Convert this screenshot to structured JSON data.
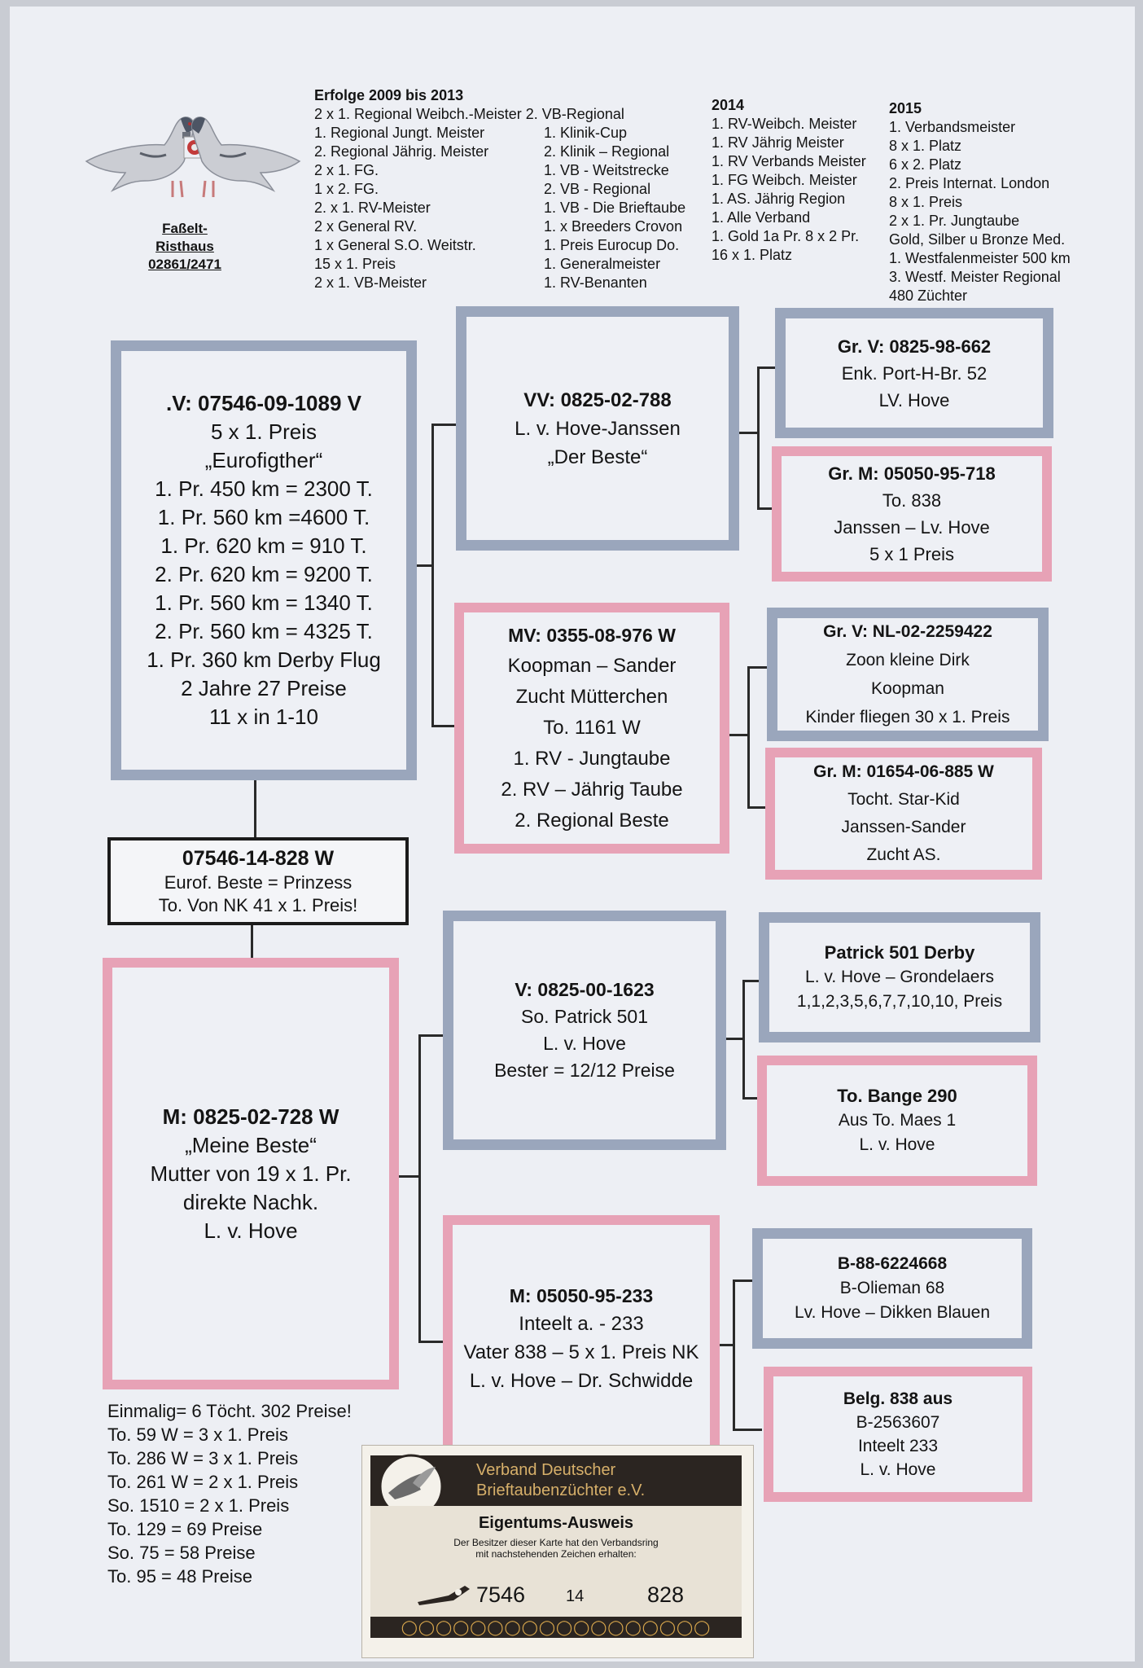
{
  "owner": {
    "name_line1": "Faßelt-",
    "name_line2": "Risthaus",
    "phone": "02861/2471"
  },
  "successes": {
    "col1_title": "Erfolge 2009 bis 2013",
    "col1": [
      "2 x 1. Regional Weibch.-Meister 2. VB-Regional",
      "1. Regional Jungt. Meister",
      "2. Regional Jährig. Meister",
      "2 x 1. FG.",
      "1 x 2. FG.",
      "2. x 1. RV-Meister",
      "2 x General RV.",
      "1 x General S.O. Weitstr.",
      "15 x 1. Preis",
      "2 x 1. VB-Meister"
    ],
    "col2": [
      "1. Klinik-Cup",
      "2. Klinik – Regional",
      "1. VB - Weitstrecke",
      "2. VB - Regional",
      "1. VB - Die Brieftaube",
      "1. x  Breeders Crovon",
      "1. Preis Eurocup Do.",
      "1. Generalmeister",
      "1. RV-Benanten"
    ],
    "col3_title": "2014",
    "col3": [
      "1. RV-Weibch. Meister",
      "1. RV Jährig Meister",
      "1. RV Verbands Meister",
      "1. FG Weibch. Meister",
      "1. AS. Jährig Region",
      "1. Alle Verband",
      "1. Gold 1a Pr. 8 x 2 Pr.",
      "16 x 1. Platz"
    ],
    "col4_title": "2015",
    "col4": [
      "1. Verbandsmeister",
      "8 x 1. Platz",
      "6 x 2. Platz",
      "2. Preis Internat. London",
      "8 x 1. Preis",
      "2 x 1. Pr. Jungtaube",
      "Gold, Silber u Bronze Med.",
      "1. Westfalenmeister 500 km",
      "3. Westf. Meister Regional",
      "480 Züchter"
    ]
  },
  "pedigree": {
    "sire": {
      "ring": ".V: 07546-09-1089 V",
      "lines": [
        "5 x 1. Preis",
        "„Eurofigther“",
        "1. Pr. 450 km = 2300 T.",
        "1. Pr. 560 km =4600 T.",
        "1. Pr. 620 km = 910 T.",
        "2. Pr. 620 km = 9200 T.",
        "1.   Pr. 560 km = 1340 T.",
        "2. Pr. 560 km = 4325 T.",
        "1. Pr. 360 km Derby Flug",
        "2 Jahre 27 Preise",
        "11 x in 1-10"
      ]
    },
    "subject": {
      "ring": "07546-14-828 W",
      "lines": [
        "Eurof. Beste = Prinzess",
        "To. Von NK 41 x 1. Preis!"
      ]
    },
    "dam": {
      "ring": "M: 0825-02-728 W",
      "lines": [
        "„Meine Beste“",
        "Mutter von 19 x 1. Pr.",
        "direkte Nachk.",
        "L. v. Hove"
      ]
    },
    "vv": {
      "ring": "VV: 0825-02-788",
      "lines": [
        "L. v. Hove-Janssen",
        "„Der Beste“"
      ]
    },
    "mv": {
      "ring": "MV: 0355-08-976 W",
      "lines": [
        "Koopman – Sander",
        "Zucht Mütterchen",
        "To. 1161 W",
        "1. RV - Jungtaube",
        "2. RV – Jährig Taube",
        "2. Regional Beste"
      ]
    },
    "dam_sire": {
      "ring": "V: 0825-00-1623",
      "lines": [
        "So. Patrick 501",
        "L. v. Hove",
        "Bester = 12/12 Preise"
      ]
    },
    "dam_dam": {
      "ring": "M: 05050-95-233",
      "lines": [
        "Inteelt a. - 233",
        "Vater 838 – 5 x 1. Preis NK",
        "L. v. Hove – Dr. Schwidde"
      ]
    },
    "gg1": {
      "ring": "Gr. V: 0825-98-662",
      "lines": [
        "Enk. Port-H-Br. 52",
        "LV. Hove"
      ]
    },
    "gg2": {
      "ring": "Gr. M: 05050-95-718",
      "lines": [
        "To. 838",
        "Janssen – Lv. Hove",
        "5 x 1 Preis"
      ]
    },
    "gg3": {
      "ring": "Gr. V: NL-02-2259422",
      "lines": [
        "Zoon kleine Dirk",
        "Koopman",
        "Kinder fliegen 30 x 1. Preis"
      ]
    },
    "gg4": {
      "ring": "Gr. M: 01654-06-885 W",
      "lines": [
        "Tocht. Star-Kid",
        "Janssen-Sander",
        "Zucht AS."
      ]
    },
    "gg5": {
      "ring": "Patrick 501 Derby",
      "lines": [
        "L. v. Hove – Grondelaers",
        "1,1,2,3,5,6,7,7,10,10, Preis"
      ]
    },
    "gg6": {
      "ring": "To. Bange 290",
      "lines": [
        "Aus To. Maes 1",
        "L. v. Hove"
      ]
    },
    "gg7": {
      "ring": "B-88-6224668",
      "lines": [
        "B-Olieman 68",
        "Lv. Hove – Dikken Blauen"
      ]
    },
    "gg8": {
      "ring": "Belg. 838 aus",
      "lines": [
        "B-2563607",
        "Inteelt 233",
        "L. v. Hove"
      ]
    }
  },
  "notes": [
    "Einmalig= 6 Töcht. 302 Preise!",
    "To. 59 W = 3 x 1. Preis",
    "To. 286 W = 3 x 1. Preis",
    "To. 261 W = 2 x 1. Preis",
    "So. 1510 = 2 x 1. Preis",
    "To. 129 = 69 Preise",
    "So. 75 = 58 Preise",
    "To. 95 = 48 Preise"
  ],
  "card": {
    "org_line1": "Verband Deutscher",
    "org_line2": "Brieftaubenzüchter e.V.",
    "title": "Eigentums-Ausweis",
    "sub_line1": "Der Besitzer dieser Karte hat den Verbandsring",
    "sub_line2": "mit nachstehenden Zeichen erhalten:",
    "ring_club": "7546",
    "ring_year": "14",
    "ring_number": "828"
  },
  "colors": {
    "cock_border": "#9aa6bc",
    "hen_border": "#e7a2b6",
    "card_dark": "#2b2521",
    "card_gold": "#d7b06a"
  }
}
